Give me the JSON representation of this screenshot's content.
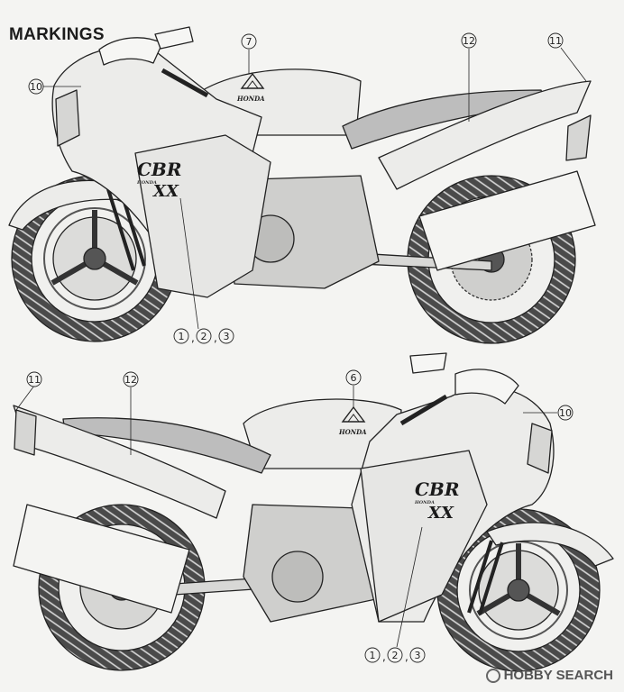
{
  "title": "MARKINGS",
  "watermark": "HOBBY SEARCH",
  "top_bike": {
    "callouts": {
      "c7": "7",
      "c12": "12",
      "c11": "11",
      "c10": "10"
    },
    "combo": [
      "1",
      "2",
      "3"
    ],
    "decals": {
      "honda": "HONDA",
      "cbr": "CBR",
      "xx": "XX",
      "honda_small": "HONDA"
    }
  },
  "bottom_bike": {
    "callouts": {
      "c11": "11",
      "c12": "12",
      "c6": "6",
      "c10": "10"
    },
    "combo": [
      "1",
      "2",
      "3"
    ],
    "decals": {
      "honda": "HONDA",
      "cbr": "CBR",
      "xx": "XX",
      "honda_small": "HONDA"
    }
  },
  "colors": {
    "ink": "#222222",
    "fill": "#ececea",
    "seat": "#bdbdbd",
    "tire": "#3a3a3a"
  }
}
